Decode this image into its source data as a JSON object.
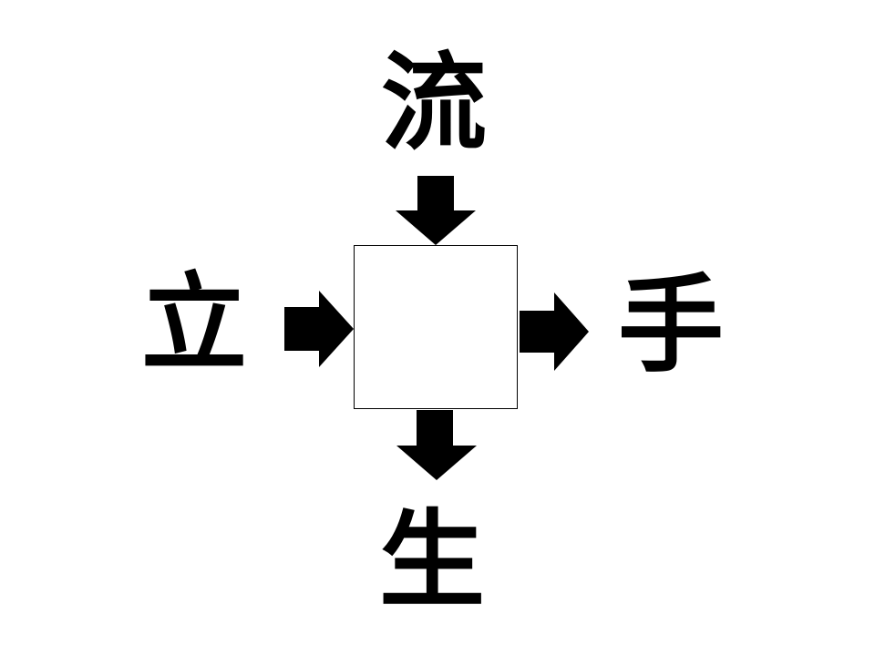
{
  "puzzle": {
    "clues": {
      "top": "流",
      "left": "立",
      "right": "手",
      "bottom": "生"
    },
    "answer": {
      "value": "",
      "placeholder": ""
    }
  },
  "colors": {
    "ink": "#000000",
    "background": "#ffffff",
    "box_border": "#000000"
  },
  "icons": {
    "top": "arrow-down-icon",
    "left": "arrow-right-icon",
    "right": "arrow-right-icon",
    "bottom": "arrow-down-icon"
  }
}
